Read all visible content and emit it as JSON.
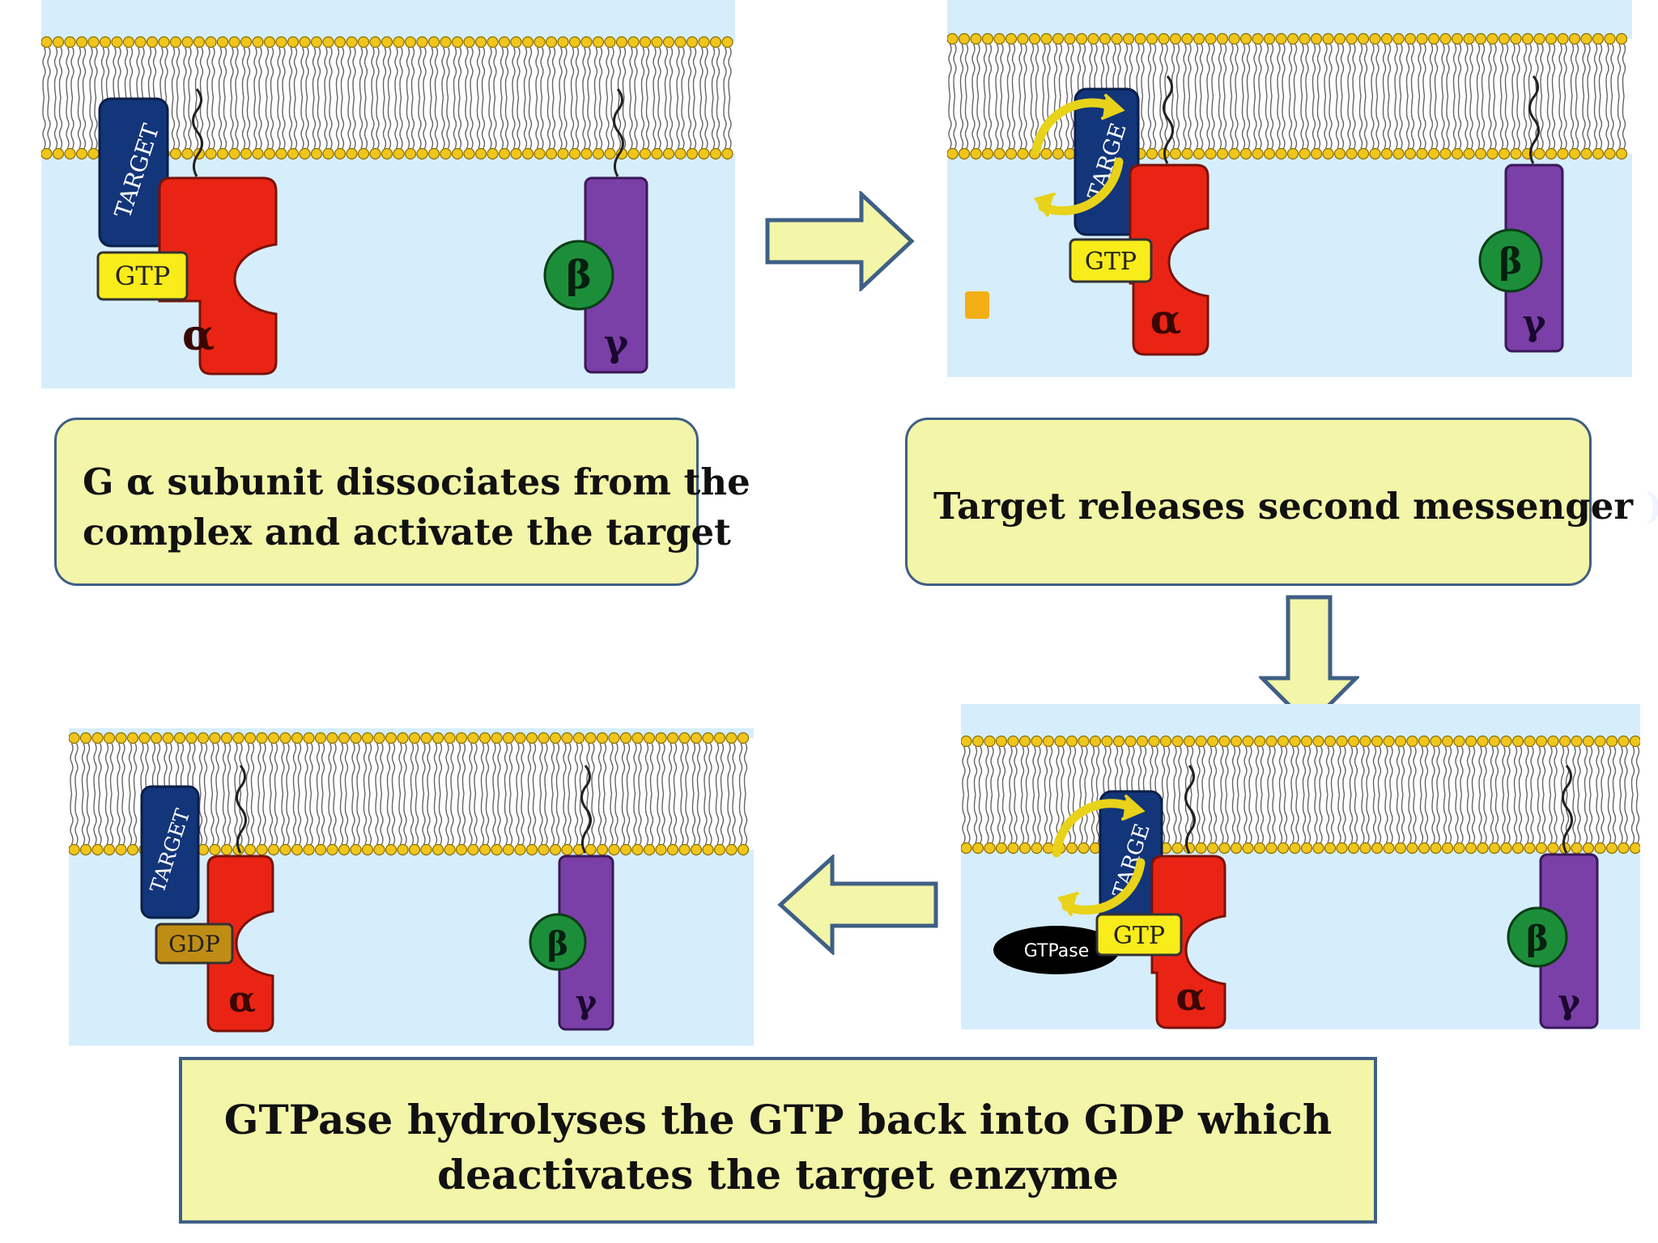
{
  "labels": {
    "target": "TARGET",
    "target_partial": "TARGE",
    "gtp": "GTP",
    "gdp": "GDP",
    "alpha": "α",
    "beta": "β",
    "gamma": "γ",
    "gtpase": "GTPase"
  },
  "captions": {
    "step1": {
      "line1": "G α subunit dissociates from the",
      "line2": "complex and activate the target"
    },
    "step2": {
      "line1": "Target releases second messenger",
      "trailing": ")"
    },
    "step3": {
      "line1": "GTPase hydrolyses the GTP back into GDP which",
      "line2": "deactivates the target enzyme"
    }
  },
  "colors": {
    "cytoplasm": "#d6eefc",
    "lipid_head": "#f0c61c",
    "target": "#13357a",
    "alpha": "#ea2414",
    "beta": "#1c8e3a",
    "gamma": "#7b3fa8",
    "gtp": "#f8ec1a",
    "gdp": "#c08d14",
    "gtpase": "#000000",
    "caption_fill": "#f3f5a8",
    "caption_border": "#3f5f85",
    "arrow_fill": "#f3f5a8",
    "messenger": "#f4ae16"
  }
}
